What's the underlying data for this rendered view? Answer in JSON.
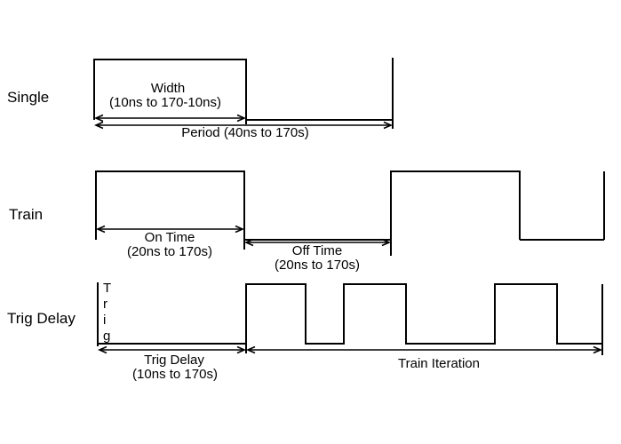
{
  "sections": {
    "single": {
      "label": "Single",
      "width_label": "Width",
      "width_range": "(10ns to 170-10ns)",
      "period_label": "Period (40ns to 170s)"
    },
    "train": {
      "label": "Train",
      "on_time_label": "On Time",
      "on_time_range": "(20ns to 170s)",
      "off_time_label": "Off Time",
      "off_time_range": "(20ns to 170s)"
    },
    "trig_delay": {
      "label": "Trig Delay",
      "trig_letters": [
        "T",
        "r",
        "i",
        "g"
      ],
      "trig_delay_label": "Trig Delay",
      "trig_delay_range": "(10ns to 170s)",
      "train_iteration_label": "Train Iteration"
    }
  },
  "colors": {
    "background": "#ffffff",
    "line": "#000000",
    "text": "#000000"
  }
}
